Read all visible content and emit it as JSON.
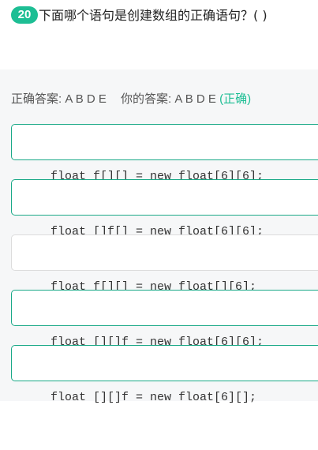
{
  "question": {
    "number": "20",
    "text": "下面哪个语句是创建数组的正确语句？( )"
  },
  "answer": {
    "correct_label": "正确答案:",
    "correct_value": "A B D E",
    "yours_label": "你的答案:",
    "yours_value": "A B D E",
    "result": "(正确)"
  },
  "options": [
    {
      "code": "float f[][] = new float[6][6];",
      "selected": true
    },
    {
      "code": "float []f[] = new float[6][6];",
      "selected": true
    },
    {
      "code": "float f[][] = new float[][6];",
      "selected": false
    },
    {
      "code": "float [][]f = new float[6][6];",
      "selected": true
    },
    {
      "code": "float [][]f = new float[6][];",
      "selected": true
    }
  ],
  "colors": {
    "accent": "#1dbe94",
    "border_selected": "#1aa987",
    "border_plain": "#dcdcdc",
    "answer_bg": "#f6f7f8"
  }
}
